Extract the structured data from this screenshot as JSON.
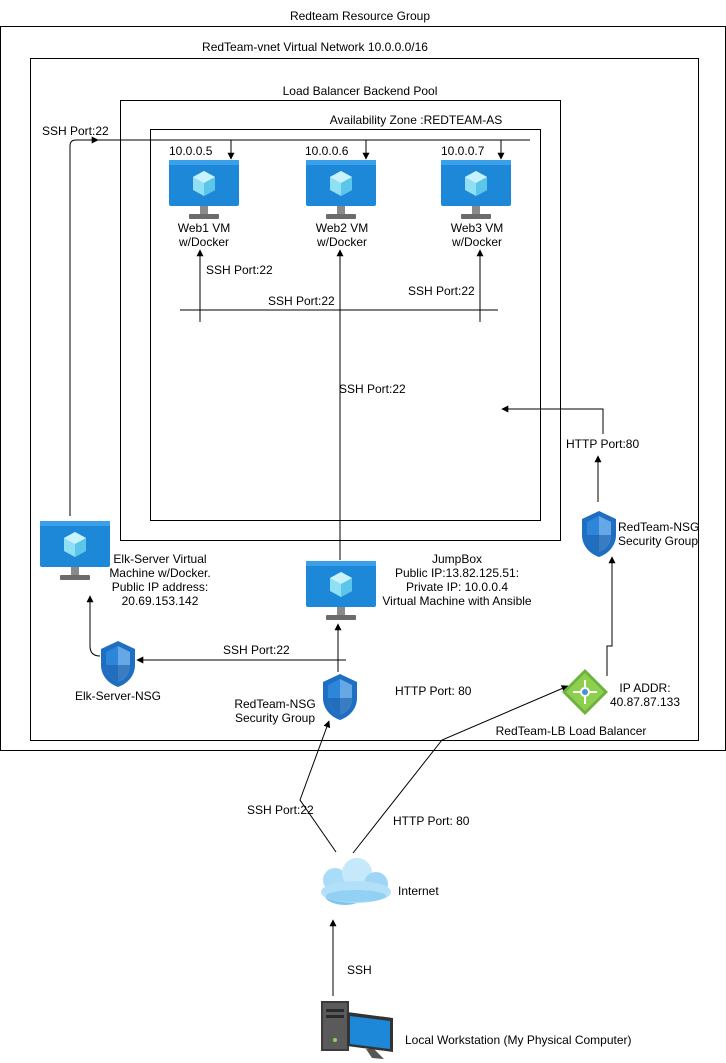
{
  "groups": {
    "resource_group": "Redteam Resource Group",
    "vnet": "RedTeam-vnet Virtual Network 10.0.0.0/16",
    "backend_pool": "Load Balancer Backend Pool",
    "availability_zone": "Availability Zone :REDTEAM-AS"
  },
  "vms": [
    {
      "ip": "10.0.0.5",
      "name": "Web1 VM",
      "sub": "w/Docker"
    },
    {
      "ip": "10.0.0.6",
      "name": "Web2 VM",
      "sub": "w/Docker"
    },
    {
      "ip": "10.0.0.7",
      "name": "Web3 VM",
      "sub": "w/Docker"
    }
  ],
  "elk": {
    "lines": [
      "Elk-Server Virtual",
      "Machine w/Docker.",
      "Public IP address:",
      "20.69.153.142"
    ],
    "nsg": "Elk-Server-NSG"
  },
  "jumpbox": {
    "lines": [
      "JumpBox",
      "Public IP:13.82.125.51:",
      "Private IP: 10.0.0.4",
      "Virtual Machine with Ansible"
    ]
  },
  "nsg_jump": {
    "lines": [
      "RedTeam-NSG",
      "Security Group"
    ]
  },
  "nsg_lb": {
    "lines": [
      "RedTeam-NSG",
      "Security Group"
    ]
  },
  "load_balancer": {
    "ip_lines": [
      "IP ADDR:",
      "40.87.87.133"
    ],
    "name": "RedTeam-LB Load Balancer"
  },
  "internet": "Internet",
  "workstation": "Local Workstation (My Physical Computer)",
  "edge_labels": {
    "ssh_top": "SSH Port:22",
    "ssh_web1": "SSH Port:22",
    "ssh_bus": "SSH Port:22",
    "ssh_web3": "SSH Port:22",
    "ssh_jump_up": "SSH Port:22",
    "http_az": "HTTP Port:80",
    "ssh_elk": "SSH Port:22",
    "http_mid": "HTTP Port: 80",
    "ssh_internet": "SSH Port:22",
    "http_internet": "HTTP Port: 80",
    "ssh_workstation": "SSH"
  },
  "colors": {
    "vm_blue": "#1e88d8",
    "vm_cube": "#8fe0f5",
    "shield": "#1e6fc2",
    "lb_green": "#6cb33e",
    "cloud": "#5ab4ec"
  }
}
